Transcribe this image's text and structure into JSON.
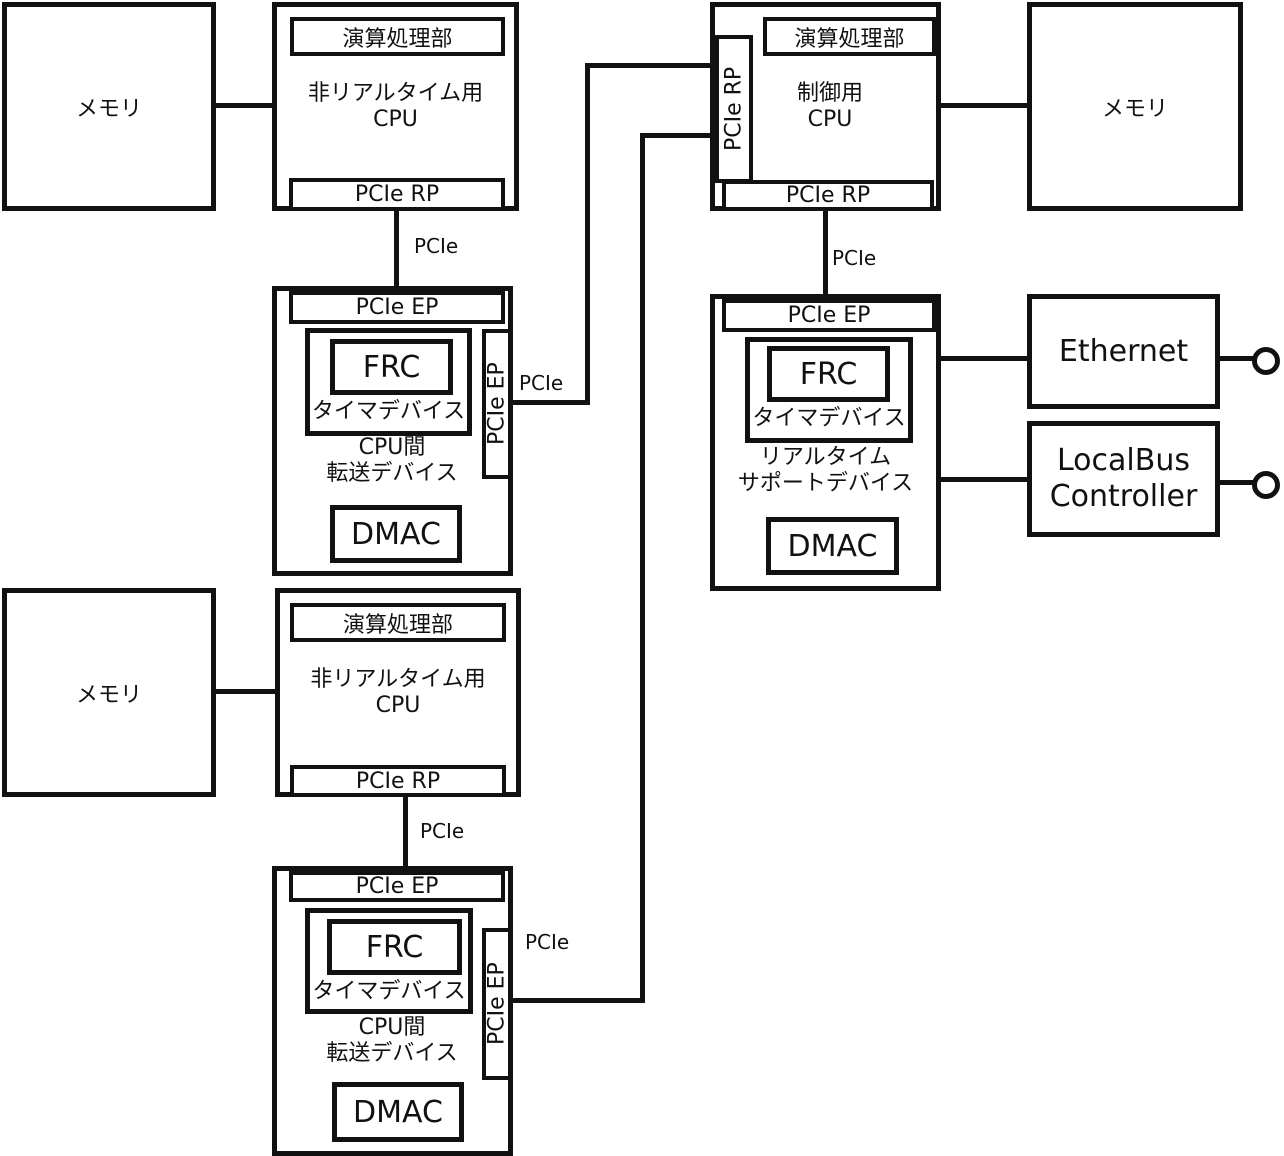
{
  "diagram": {
    "memory_label": "メモリ",
    "compute_unit_label": "演算処理部",
    "non_rt_cpu_line1": "非リアルタイム用",
    "non_rt_cpu_line2": "CPU",
    "control_cpu_line1": "制御用",
    "control_cpu_line2": "CPU",
    "pcie_rp": "PCIe RP",
    "pcie_ep": "PCIe EP",
    "pcie": "PCIe",
    "frc": "FRC",
    "timer_device": "タイマデバイス",
    "inter_cpu_line1": "CPU間",
    "inter_cpu_line2": "転送デバイス",
    "dmac": "DMAC",
    "rt_support_line1": "リアルタイム",
    "rt_support_line2": "サポートデバイス",
    "ethernet": "Ethernet",
    "localbus_line1": "LocalBus",
    "localbus_line2": "Controller"
  }
}
